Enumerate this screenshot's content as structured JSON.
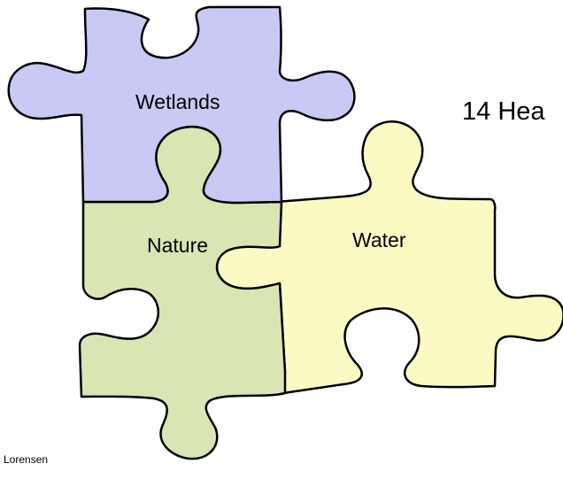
{
  "pieces": {
    "wetlands": {
      "label": "Wetlands",
      "fill": "#c9c9f5"
    },
    "nature": {
      "label": "Nature",
      "fill": "#d9e6b4"
    },
    "water": {
      "label": "Water",
      "fill": "#fbfac3"
    }
  },
  "outline_color": "#000000",
  "heading": "14 Hea",
  "footer": "Lorensen"
}
